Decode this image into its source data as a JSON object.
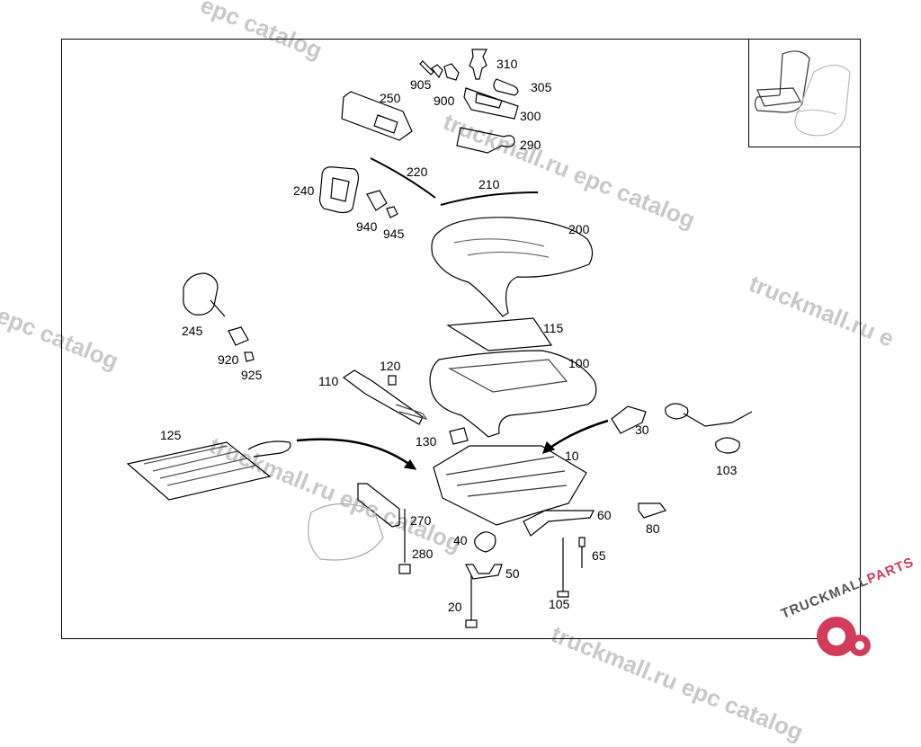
{
  "watermarks": {
    "w1": "epc catalog",
    "w2": "truckmall.ru epc catalog",
    "w3": "truckmall.ru e",
    "w4": "l epc catalog",
    "w5": "truckmall.ru epc catalog",
    "w6": "truckmall.ru epc catalog"
  },
  "logo": {
    "part1": "TRUCKMALL",
    "part2": "PARTS",
    "accent_color": "#d23b5a"
  },
  "labels": {
    "p310": "310",
    "p905": "905",
    "p305": "305",
    "p900": "900",
    "p250": "250",
    "p300": "300",
    "p290": "290",
    "p220": "220",
    "p210": "210",
    "p240": "240",
    "p940": "940",
    "p945": "945",
    "p200": "200",
    "p245": "245",
    "p115": "115",
    "p920": "920",
    "p925": "925",
    "p120": "120",
    "p100": "100",
    "p110": "110",
    "p30": "30",
    "p125": "125",
    "p130": "130",
    "p10": "10",
    "p103": "103",
    "p270": "270",
    "p60": "60",
    "p80": "80",
    "p40": "40",
    "p280": "280",
    "p65": "65",
    "p50": "50",
    "p105": "105",
    "p20": "20"
  }
}
